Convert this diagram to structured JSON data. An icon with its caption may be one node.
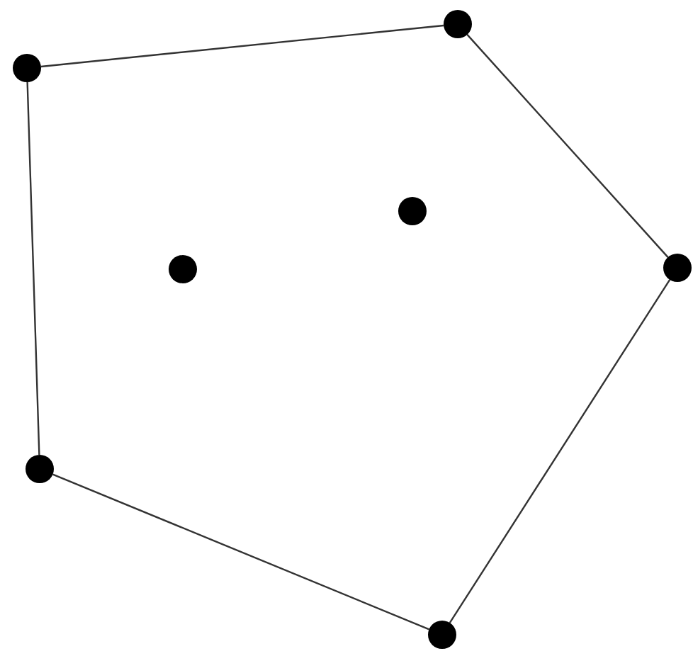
{
  "diagram": {
    "nodes": [
      {
        "text": [],
        "shape": "circle"
      },
      {
        "text": [],
        "shape": "circle"
      },
      {
        "text": [],
        "shape": "circle"
      },
      {
        "text": [],
        "shape": "circle"
      },
      {
        "text": [],
        "shape": "circle"
      },
      {
        "text": [],
        "shape": "circle"
      },
      {
        "text": [],
        "shape": "circle"
      }
    ],
    "edges": [
      {
        "from": 0,
        "to": 5,
        "arrow": "none"
      },
      {
        "from": 5,
        "to": 6,
        "arrow": "none"
      },
      {
        "from": 6,
        "to": 4,
        "arrow": "none"
      },
      {
        "from": 4,
        "to": 1,
        "arrow": "none"
      },
      {
        "from": 1,
        "to": 0,
        "arrow": "none"
      }
    ]
  }
}
